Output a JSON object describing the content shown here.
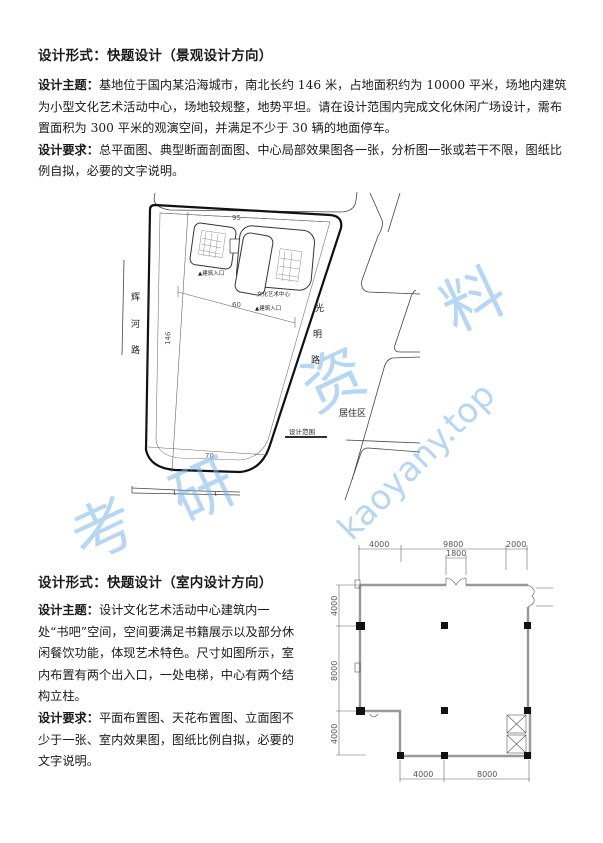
{
  "section1": {
    "heading": "设计形式：快题设计（景观设计方向）",
    "theme_label": "设计主题：",
    "theme_text": "基地位于国内某沿海城市，南北长约 146 米，占地面积约为 10000 平米，场地内建筑为小型文化艺术活动中心，场地较规整，地势平坦。请在设计范围内完成文化休闲广场设计，需布置面积为 300 平米的观演空间，并满足不少于 30 辆的地面停车。",
    "requirements_label": "设计要求：",
    "requirements_text": "总平面图、典型断面剖面图、中心局部效果图各一张，分析图一张或若干不限，图纸比例自拟，必要的文字说明。"
  },
  "site_plan": {
    "dim_top": "95",
    "dim_middle": "60",
    "dim_left": "146",
    "dim_bottom": "70",
    "entrance_left": "▲建筑入口",
    "entrance_right": "▲建筑入口",
    "building_label": "文化艺术中心",
    "road_left": [
      "辉",
      "河",
      "路"
    ],
    "road_right": [
      "光",
      "明",
      "路"
    ],
    "residential": "居住区",
    "boundary_label": "设计范围"
  },
  "section2": {
    "heading": "设计形式：快题设计（室内设计方向）",
    "theme_label": "设计主题：",
    "theme_text": "设计文化艺术活动中心建筑内一处“书吧”空间，空间要满足书籍展示以及部分休闲餐饮功能，体现艺术特色。尺寸如图所示，室内布置有两个出入口，一处电梯，中心有两个结构立柱。",
    "requirements_label": "设计要求：",
    "requirements_text": "平面布置图、天花布置图、立面图不少于一张、室内效果图，图纸比例自拟，必要的文字说明。"
  },
  "floor_plan": {
    "top_dims": [
      "4000",
      "9800",
      "2000"
    ],
    "door_dim": "1800",
    "left_dims": [
      "4000",
      "8000",
      "4000"
    ],
    "bottom_dims": [
      "4000",
      "8000"
    ]
  },
  "watermark": {
    "chinese": [
      "考",
      "研",
      "资",
      "料"
    ],
    "url": "kaoyany.top"
  }
}
